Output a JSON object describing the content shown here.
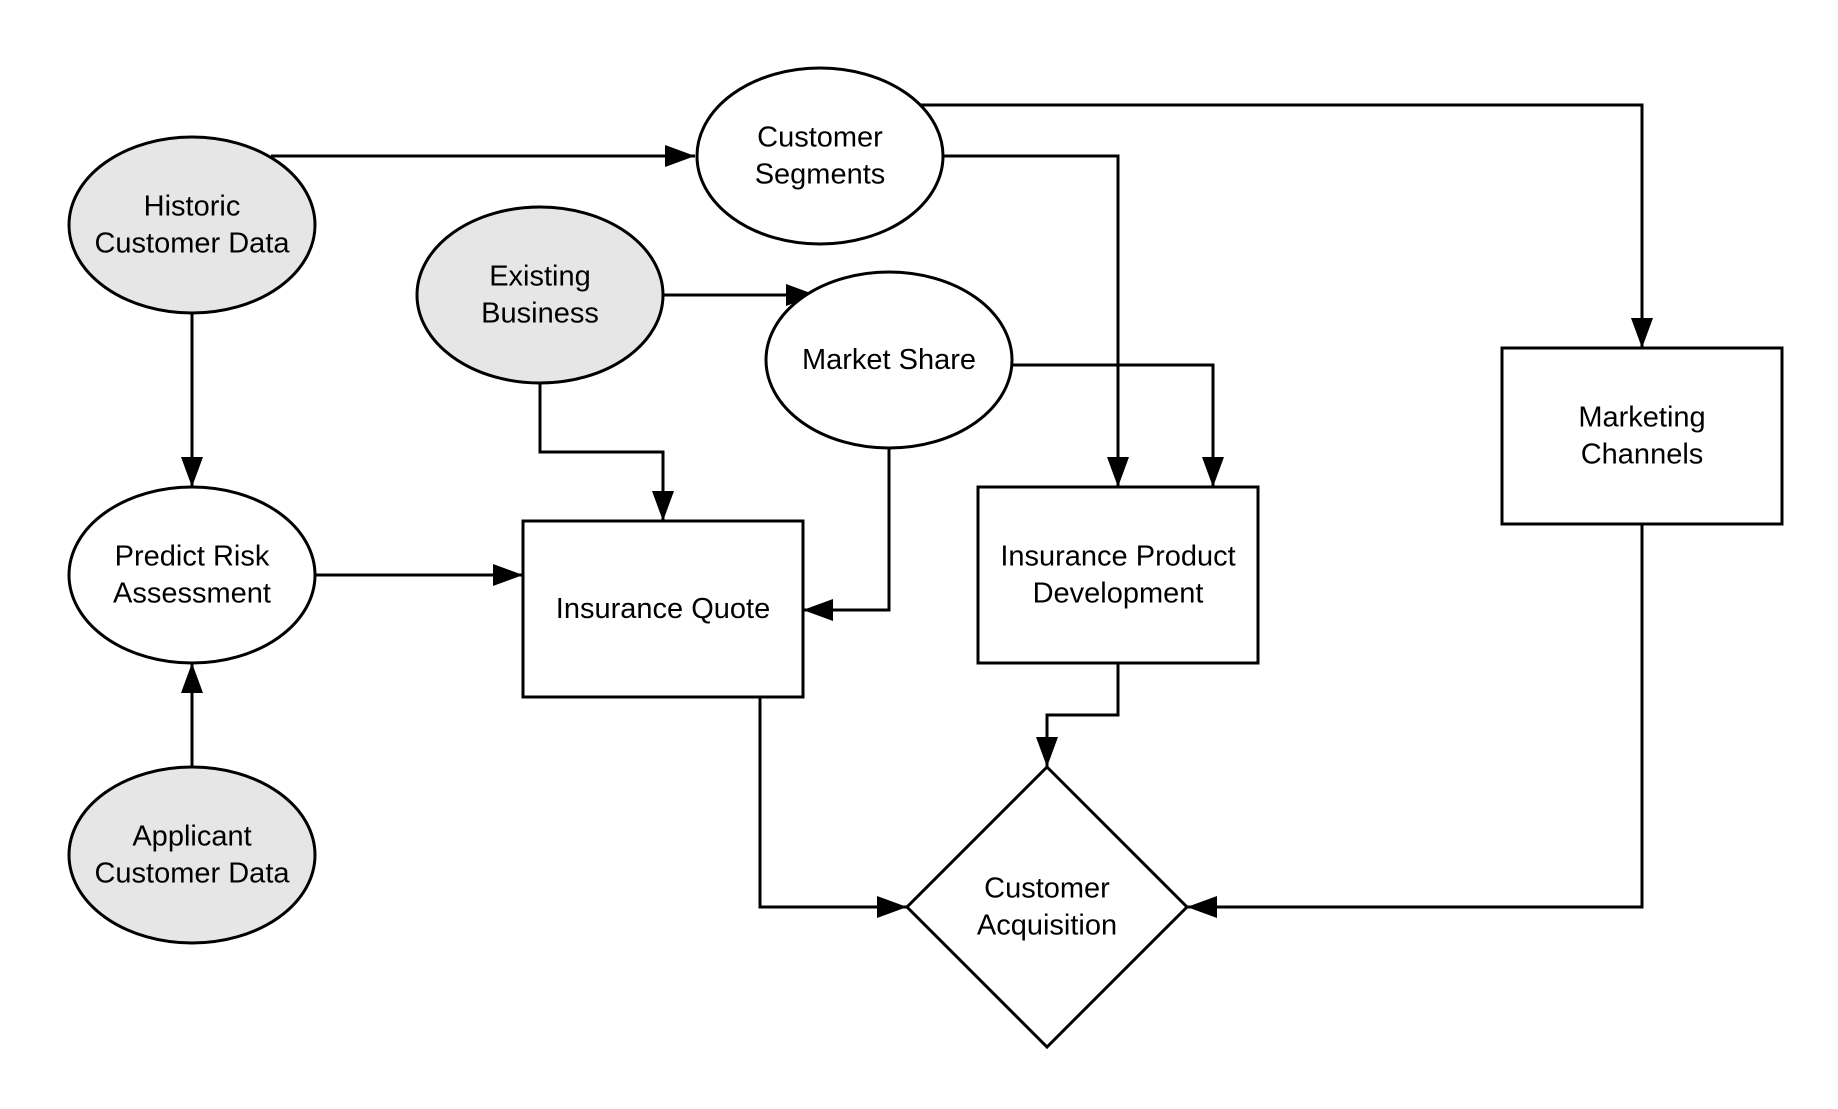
{
  "diagram": {
    "colors": {
      "data_source_fill": "#e6e6e6",
      "process_fill": "#ffffff",
      "line": "#000000"
    },
    "nodes": [
      {
        "id": "historic",
        "shape": "ellipse",
        "style": "data_source",
        "lines": [
          "Historic",
          "Customer Data"
        ]
      },
      {
        "id": "segments",
        "shape": "ellipse",
        "style": "process",
        "lines": [
          "Customer",
          "Segments"
        ]
      },
      {
        "id": "existing",
        "shape": "ellipse",
        "style": "data_source",
        "lines": [
          "Existing",
          "Business"
        ]
      },
      {
        "id": "market",
        "shape": "ellipse",
        "style": "process",
        "lines": [
          "Market Share"
        ]
      },
      {
        "id": "risk",
        "shape": "ellipse",
        "style": "process",
        "lines": [
          "Predict Risk",
          "Assessment"
        ]
      },
      {
        "id": "applicant",
        "shape": "ellipse",
        "style": "data_source",
        "lines": [
          "Applicant",
          "Customer Data"
        ]
      },
      {
        "id": "quote",
        "shape": "rectangle",
        "style": "process",
        "lines": [
          "Insurance Quote"
        ]
      },
      {
        "id": "product",
        "shape": "rectangle",
        "style": "process",
        "lines": [
          "Insurance Product",
          "Development"
        ]
      },
      {
        "id": "channels",
        "shape": "rectangle",
        "style": "process",
        "lines": [
          "Marketing",
          "Channels"
        ]
      },
      {
        "id": "acquisition",
        "shape": "diamond",
        "style": "process",
        "lines": [
          "Customer",
          "Acquisition"
        ]
      }
    ],
    "edges": [
      {
        "from": "historic",
        "to": "segments"
      },
      {
        "from": "historic",
        "to": "risk"
      },
      {
        "from": "applicant",
        "to": "risk"
      },
      {
        "from": "risk",
        "to": "quote"
      },
      {
        "from": "existing",
        "to": "market"
      },
      {
        "from": "existing",
        "to": "quote"
      },
      {
        "from": "market",
        "to": "quote"
      },
      {
        "from": "market",
        "to": "product"
      },
      {
        "from": "segments",
        "to": "product"
      },
      {
        "from": "segments",
        "to": "channels"
      },
      {
        "from": "product",
        "to": "acquisition"
      },
      {
        "from": "quote",
        "to": "acquisition"
      },
      {
        "from": "channels",
        "to": "acquisition"
      }
    ]
  }
}
